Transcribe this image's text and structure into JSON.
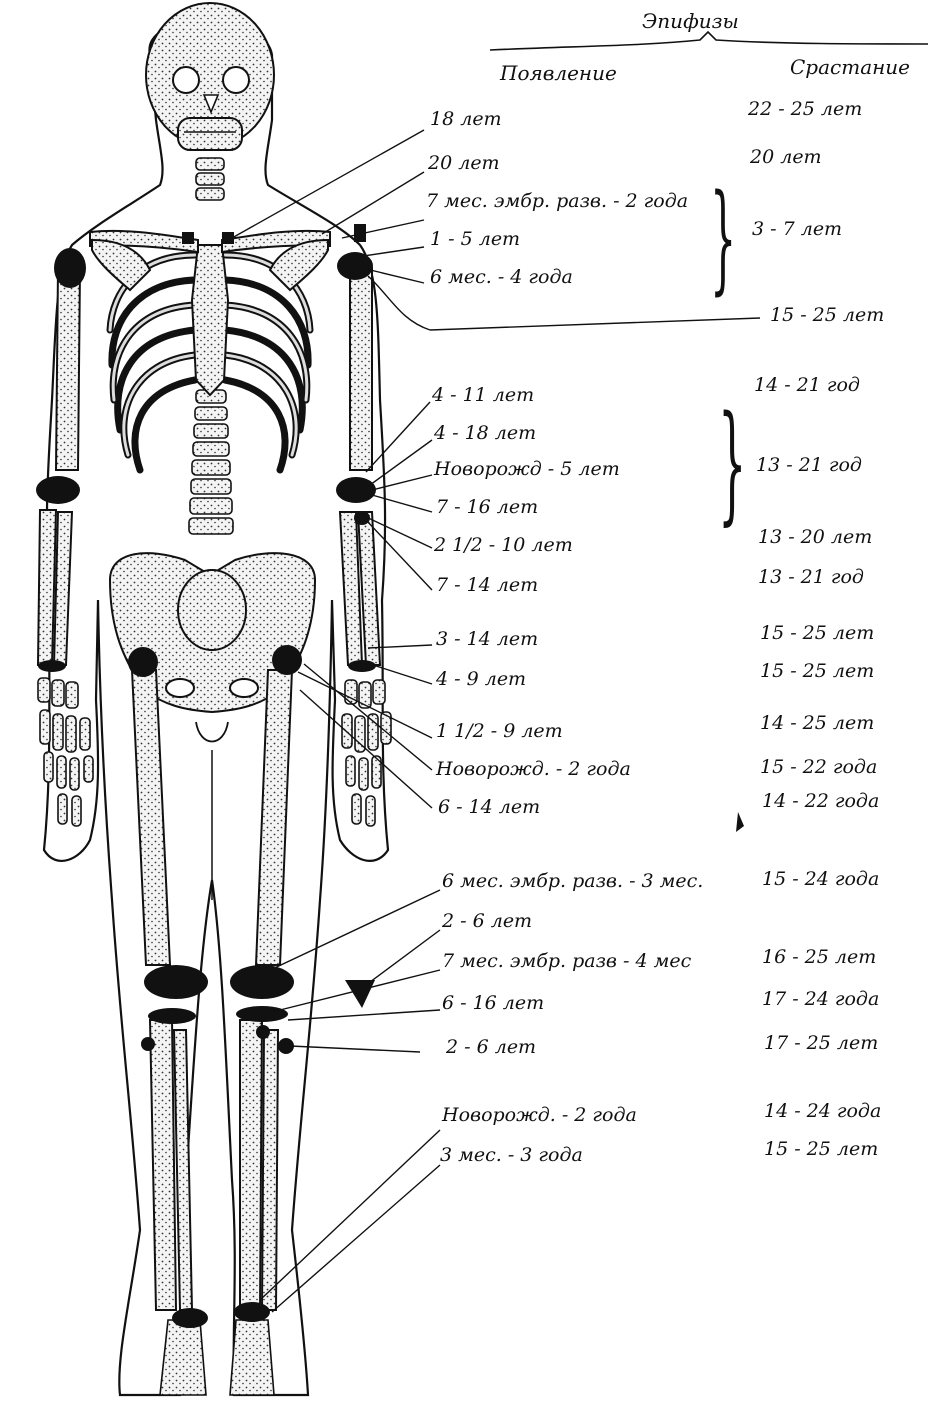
{
  "header": {
    "title": "Эпифизы",
    "col_appearance": "Появление",
    "col_fusion": "Срастание"
  },
  "rows": [
    {
      "appearance": "18 лет",
      "fusion": "22 - 25 лет"
    },
    {
      "appearance": "20 лет",
      "fusion": "20 лет"
    },
    {
      "appearance": "7 мес. эмбр. разв. - 2 года",
      "fusion": ""
    },
    {
      "appearance": "1 - 5 лет",
      "fusion": "3 - 7 лет"
    },
    {
      "appearance": "6 мес. - 4 года",
      "fusion": ""
    },
    {
      "appearance": "",
      "fusion": "15 - 25 лет"
    },
    {
      "appearance": "4 - 11 лет",
      "fusion": "14 - 21 год"
    },
    {
      "appearance": "4 - 18 лет",
      "fusion": ""
    },
    {
      "appearance": "Новорожд - 5 лет",
      "fusion": "13 - 21 год"
    },
    {
      "appearance": "7 - 16 лет",
      "fusion": ""
    },
    {
      "appearance": "2 1/2 - 10 лет",
      "fusion": "13 - 20 лет"
    },
    {
      "appearance": "7 - 14 лет",
      "fusion": "13 - 21 год"
    },
    {
      "appearance": "3 - 14 лет",
      "fusion": "15 - 25 лет"
    },
    {
      "appearance": "4 - 9 лет",
      "fusion": "15 - 25 лет"
    },
    {
      "appearance": "1 1/2 - 9 лет",
      "fusion": "14 - 25 лет"
    },
    {
      "appearance": "Новорожд. - 2 года",
      "fusion": "15 - 22 года"
    },
    {
      "appearance": "6 - 14 лет",
      "fusion": "14 - 22 года"
    },
    {
      "appearance": "6 мес. эмбр. разв. - 3 мес.",
      "fusion": "15 - 24 года"
    },
    {
      "appearance": "2 - 6 лет",
      "fusion": ""
    },
    {
      "appearance": "7 мес. эмбр. разв - 4 мес",
      "fusion": "16 - 25 лет"
    },
    {
      "appearance": "6 - 16 лет",
      "fusion": "17 - 24 года"
    },
    {
      "appearance": "2 - 6 лет",
      "fusion": "17 - 25 лет"
    },
    {
      "appearance": "Новорожд. - 2 года",
      "fusion": "14 - 24 года"
    },
    {
      "appearance": "3 мес. - 3 года",
      "fusion": "15 - 25 лет"
    }
  ]
}
